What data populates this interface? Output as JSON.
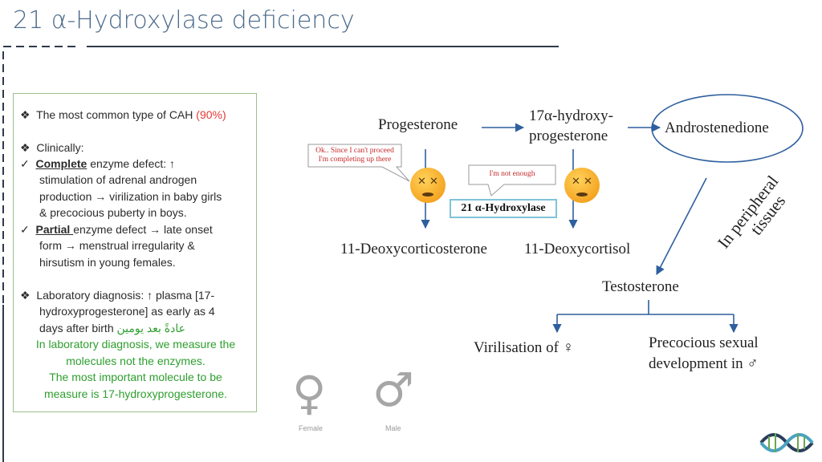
{
  "page": {
    "title": "21 α-Hydroxylase deficiency"
  },
  "textbox": {
    "bullet1_prefix": "The most common type of CAH ",
    "bullet1_highlight": "(90%)",
    "bullet2_label": "Clinically:",
    "complete_word": "Complete",
    "complete_rest": " enzyme defect: ↑",
    "complete_l2": "stimulation of adrenal androgen",
    "complete_l3": "production → virilization in baby girls",
    "complete_l4": "& precocious puberty in boys.",
    "partial_word": "Partial ",
    "partial_rest": "enzyme defect → late onset",
    "partial_l2": "form → menstrual irregularity &",
    "partial_l3": "hirsutism in young females.",
    "lab_l1": "Laboratory diagnosis: ↑ plasma [17-",
    "lab_l2": "hydroxyprogesterone] as early as 4",
    "lab_l3": "days after birth ",
    "lab_arabic": "عادةً بعد يومين",
    "note_l1": "In laboratory diagnosis, we measure the",
    "note_l2": "molecules not the enzymes.",
    "note_l3": "The most important molecule to be",
    "note_l4": "measure is 17-hydroxyprogesterone."
  },
  "diagram": {
    "progesterone": "Progesterone",
    "hydroxy_l1": "17α-hydroxy-",
    "hydroxy_l2": "progesterone",
    "androstenedione": "Androstenedione",
    "bubble1_l1": "Ok.. Since I can't proceed",
    "bubble1_l2": "I'm completing up there",
    "bubble2": "I'm not enough",
    "enzyme": "21 α-Hydroxylase",
    "deoxycorticosterone": "11-Deoxycorticosterone",
    "deoxycortisol": "11-Deoxycortisol",
    "peripheral_l1": "In peripheral",
    "peripheral_l2": "tissues",
    "testosterone": "Testosterone",
    "virilisation": "Virilisation of ♀",
    "precocious_l1": "Precocious sexual",
    "precocious_l2": "development in ♂"
  },
  "symbols": {
    "female_label": "Female",
    "male_label": "Male"
  },
  "colors": {
    "accent_title": "#4a6a8a",
    "arrow_blue": "#2e5f9e",
    "highlight_red": "#e53935",
    "note_green": "#2e9e2e"
  }
}
